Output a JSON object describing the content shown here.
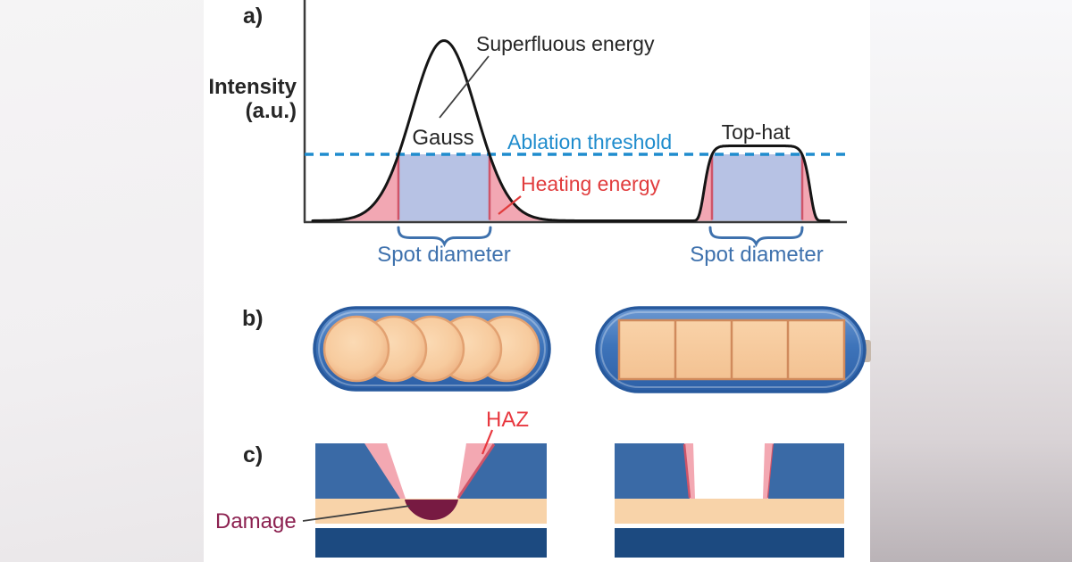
{
  "figure": {
    "panels": {
      "a": {
        "label": "a)",
        "y_axis": {
          "label_line1": "Intensity",
          "label_line2": "(a.u.)"
        },
        "annotations": {
          "superfluous": "Superfluous energy",
          "gauss": "Gauss",
          "ablation_threshold": "Ablation threshold",
          "heating": "Heating energy",
          "tophat": "Top-hat",
          "spot_diameter_left": "Spot diameter",
          "spot_diameter_right": "Spot diameter"
        },
        "curves": {
          "baseline_y": 247.5,
          "threshold_y": 173,
          "axis": {
            "x": 341,
            "x_end": 948,
            "y_top": 0
          },
          "gauss": {
            "center_x": 497,
            "sigma": 36,
            "amplitude": 202,
            "spot_x1": 446,
            "spot_x2": 548,
            "draw_x1": 350,
            "draw_x2": 722,
            "fill_x1": 379,
            "fill_x2": 629
          },
          "tophat": {
            "center_x": 847.5,
            "width": 60,
            "order": 12,
            "amplitude": 84,
            "spot_x1": 797,
            "spot_x2": 898,
            "draw_x1": 718,
            "draw_x2": 928,
            "fill_x1": 780,
            "fill_x2": 916
          }
        }
      },
      "b": {
        "label": "b)",
        "gauss_spot_count": 5,
        "tophat_segment_count": 4
      },
      "c": {
        "label": "c)",
        "haz": "HAZ",
        "damage": "Damage"
      }
    },
    "colors": {
      "threshold_blue": "#1f8ccd",
      "spot_blue": "#3e71ad",
      "heating_red": "#e13c3d",
      "haz_red": "#e8383f",
      "fill_blue": "#b7c2e4",
      "fill_pink": "#f2a7b3",
      "edge_crimson": "#cf5468",
      "curve_black": "#151515",
      "axis_gray": "#3a3a3a",
      "text_dark": "#262626",
      "layer_blue": "#3a6aa6",
      "layer_navy": "#1c4a80",
      "layer_peach": "#f8d3a9",
      "haz_pink": "#f3a8b2",
      "damage_maroon": "#771a42",
      "damage_text": "#8c2150"
    }
  },
  "chart_data": {
    "type": "line",
    "title": "",
    "xlabel": "",
    "ylabel": "Intensity (a.u.)",
    "series": [
      {
        "name": "Gauss",
        "profile": "gaussian",
        "peak_relative_to_threshold": 2.7
      },
      {
        "name": "Top-hat",
        "profile": "top-hat",
        "peak_relative_to_threshold": 1.13
      }
    ],
    "threshold": {
      "label": "Ablation threshold",
      "style": "dashed-blue"
    },
    "shaded_regions": [
      "spot area below threshold (blue)",
      "heating energy wings (pink)",
      "superfluous energy above threshold (white)"
    ],
    "annotations": [
      "Superfluous energy",
      "Gauss",
      "Ablation threshold",
      "Heating energy",
      "Top-hat",
      "Spot diameter",
      "Spot diameter"
    ],
    "legend_position": "none",
    "grid": false
  }
}
